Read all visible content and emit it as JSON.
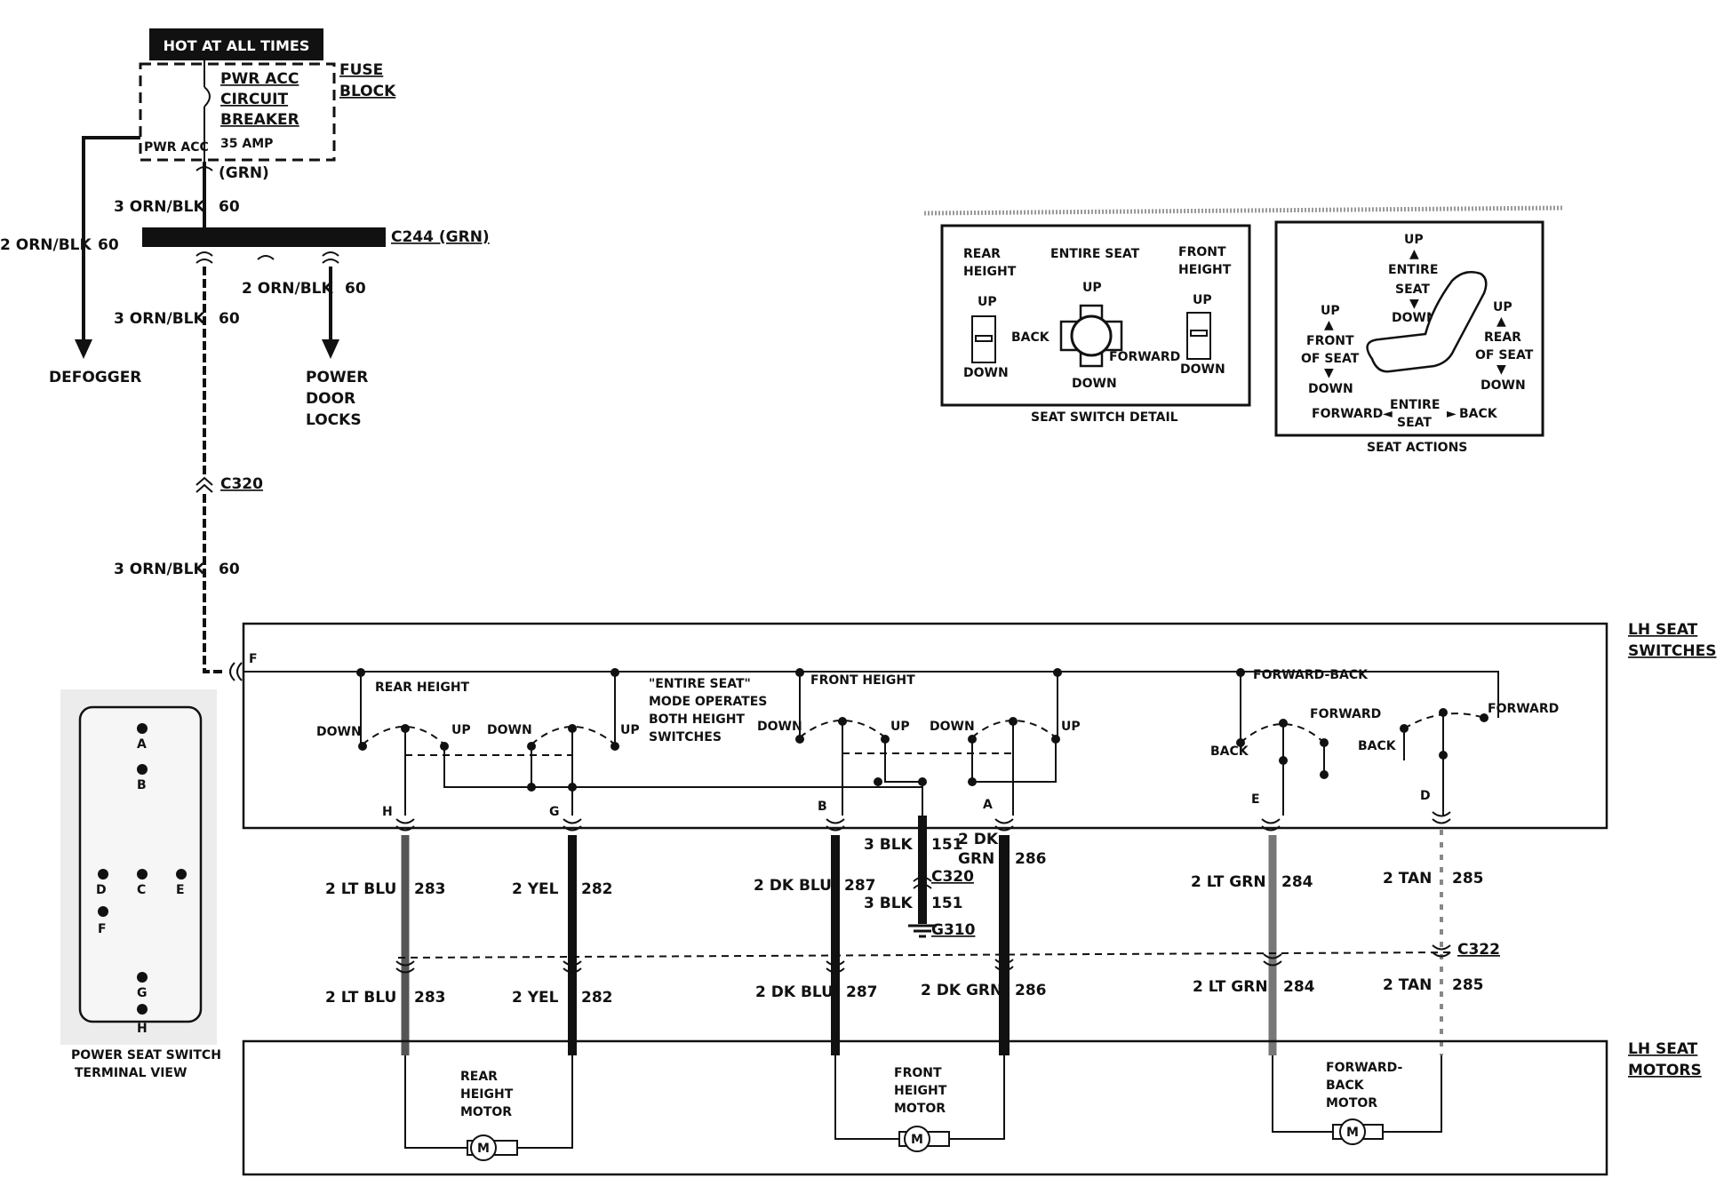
{
  "hot_at_all_times": "HOT AT ALL TIMES",
  "fuse_block": {
    "label_line1": "FUSE",
    "label_line2": "BLOCK",
    "breaker_line1": "PWR ACC",
    "breaker_line2": "CIRCUIT",
    "breaker_line3": "BREAKER",
    "amp": "35 AMP",
    "terminal": "PWR ACC",
    "connector_color": "(GRN)"
  },
  "wires": {
    "orn_blk_3": "3 ORN/BLK",
    "orn_blk_2": "2 ORN/BLK",
    "circuit_60": "60"
  },
  "connectors": {
    "c244": "C244 (GRN)",
    "c320": "C320",
    "c322": "C322",
    "g310": "G310"
  },
  "destinations": {
    "defogger": "DEFOGGER",
    "power_door_locks_1": "POWER",
    "power_door_locks_2": "DOOR",
    "power_door_locks_3": "LOCKS"
  },
  "switches_box": {
    "title_line1": "LH SEAT",
    "title_line2": "SWITCHES",
    "pin_f": "F",
    "rear_height": "REAR HEIGHT",
    "front_height": "FRONT HEIGHT",
    "forward_back": "FORWARD-BACK",
    "down": "DOWN",
    "up": "UP",
    "back": "BACK",
    "forward": "FORWARD",
    "note_line1": "\"ENTIRE SEAT\"",
    "note_line2": "MODE OPERATES",
    "note_line3": "BOTH HEIGHT",
    "note_line4": "SWITCHES",
    "pins": [
      "H",
      "G",
      "B",
      "A",
      "E",
      "D"
    ]
  },
  "circuits": [
    {
      "upper": "2 LT BLU",
      "num": "283",
      "lower": "2 LT BLU"
    },
    {
      "upper": "2 YEL",
      "num": "282",
      "lower": "2 YEL"
    },
    {
      "upper": "2 DK BLU",
      "num": "287",
      "lower": "2 DK BLU"
    },
    {
      "upper_line1": "2 DK",
      "upper_line2": "GRN",
      "num": "286",
      "lower": "2 DK GRN"
    },
    {
      "upper": "2 LT GRN",
      "num": "284",
      "lower": "2 LT GRN"
    },
    {
      "upper": "2 TAN",
      "num": "285",
      "lower": "2 TAN"
    }
  ],
  "ground": {
    "wire": "3 BLK",
    "num": "151"
  },
  "motors_box": {
    "title_line1": "LH SEAT",
    "title_line2": "MOTORS",
    "rear": [
      "REAR",
      "HEIGHT",
      "MOTOR"
    ],
    "front": [
      "FRONT",
      "HEIGHT",
      "MOTOR"
    ],
    "fwd": [
      "FORWARD-",
      "BACK",
      "MOTOR"
    ],
    "m": "M"
  },
  "terminal_view": {
    "caption_line1": "POWER SEAT SWITCH",
    "caption_line2": "TERMINAL VIEW",
    "pins": [
      "A",
      "B",
      "D",
      "C",
      "E",
      "F",
      "G",
      "H"
    ]
  },
  "seat_switch_detail": {
    "caption": "SEAT SWITCH DETAIL",
    "rear_height_1": "REAR",
    "rear_height_2": "HEIGHT",
    "entire_seat": "ENTIRE SEAT",
    "front_height_1": "FRONT",
    "front_height_2": "HEIGHT",
    "up": "UP",
    "down": "DOWN",
    "back": "BACK",
    "forward": "FORWARD"
  },
  "seat_actions": {
    "caption": "SEAT ACTIONS",
    "up": "UP",
    "down": "DOWN",
    "entire_1": "ENTIRE",
    "entire_2": "SEAT",
    "front_1": "FRONT",
    "front_2": "OF SEAT",
    "rear_1": "REAR",
    "rear_2": "OF SEAT",
    "forward": "FORWARD",
    "back": "BACK"
  }
}
